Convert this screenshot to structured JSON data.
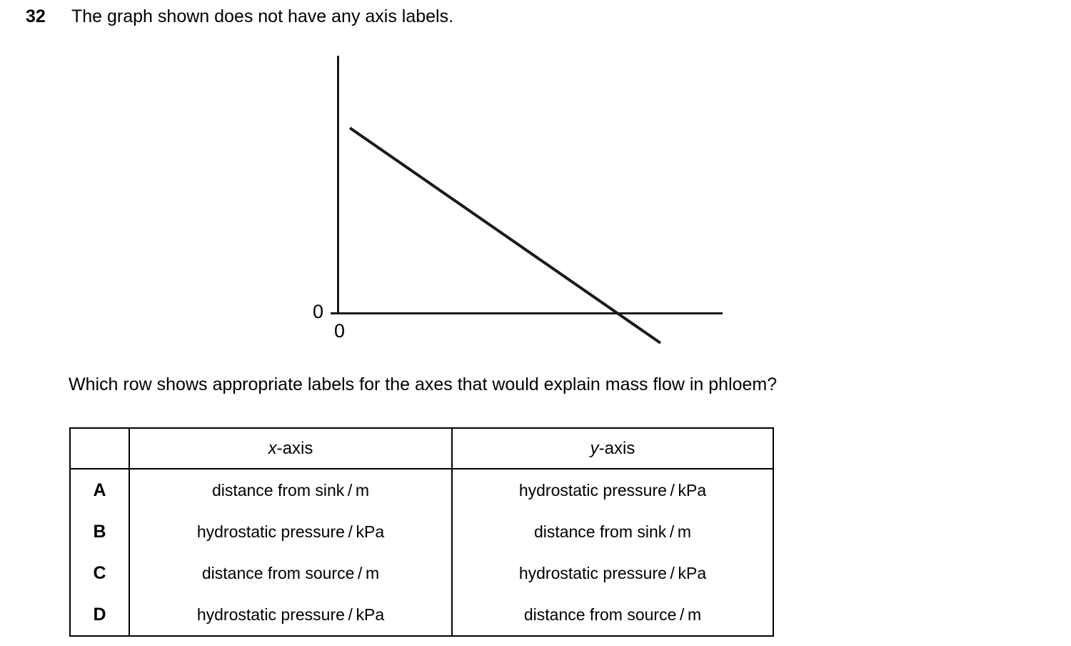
{
  "question": {
    "number": "32",
    "stem": "The graph shown does not have any axis labels.",
    "lead_in": "Which row shows appropriate labels for the axes that would explain mass flow in phloem?"
  },
  "graph": {
    "y_axis_zero": "0",
    "x_axis_zero": "0",
    "line_color": "#1a1a1a"
  },
  "chart_data": {
    "type": "line",
    "title": "",
    "xlabel": "",
    "ylabel": "",
    "x": [
      0.04,
      1.0
    ],
    "values": [
      0.885,
      0.05
    ],
    "xlim": [
      0,
      1
    ],
    "ylim": [
      0,
      1
    ],
    "xticks": [
      "0"
    ],
    "yticks": [
      "0"
    ],
    "grid": false,
    "legend": false,
    "series": [
      {
        "name": "unlabelled line",
        "x": [
          0.04,
          1.0
        ],
        "values": [
          0.885,
          0.05
        ]
      }
    ],
    "annotations": [
      "axes unlabelled",
      "straight line with negative gradient"
    ]
  },
  "table": {
    "headers": {
      "key": "",
      "x_axis_italic": "x",
      "x_axis_rest": "-axis",
      "y_axis_italic": "y",
      "y_axis_rest": "-axis"
    },
    "rows": [
      {
        "key": "A",
        "x_axis": "distance from sink / m",
        "y_axis": "hydrostatic pressure / kPa"
      },
      {
        "key": "B",
        "x_axis": "hydrostatic pressure / kPa",
        "y_axis": "distance from sink / m"
      },
      {
        "key": "C",
        "x_axis": "distance from source / m",
        "y_axis": "hydrostatic pressure / kPa"
      },
      {
        "key": "D",
        "x_axis": "hydrostatic pressure / kPa",
        "y_axis": "distance from source / m"
      }
    ]
  }
}
